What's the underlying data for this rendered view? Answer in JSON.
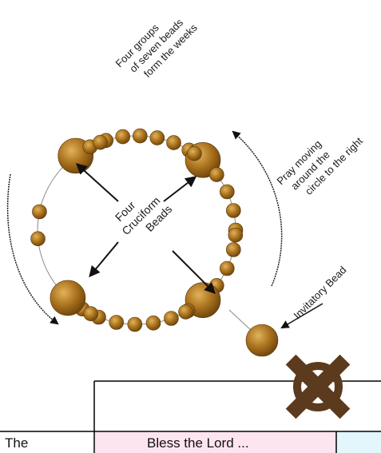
{
  "labels": {
    "four_groups": [
      "Four groups",
      "of seven beads",
      "form the weeks"
    ],
    "pray_moving": [
      "Pray moving",
      "around the",
      "circle to the right"
    ],
    "cruciform": [
      "Four",
      "Cruciform",
      "Beads"
    ],
    "invitatory": "Invitatory Bead"
  },
  "table": {
    "left_cell": "The",
    "middle_cell": "Bless the Lord ..."
  },
  "colors": {
    "bead_fill": "#a8701c",
    "bead_dark": "#6a420c",
    "cross_fill": "#5c3a1e",
    "cell_pink": "#fde4ee",
    "cell_cyan": "#e2f6fb"
  },
  "icons": {
    "cross": "cross-icon"
  }
}
